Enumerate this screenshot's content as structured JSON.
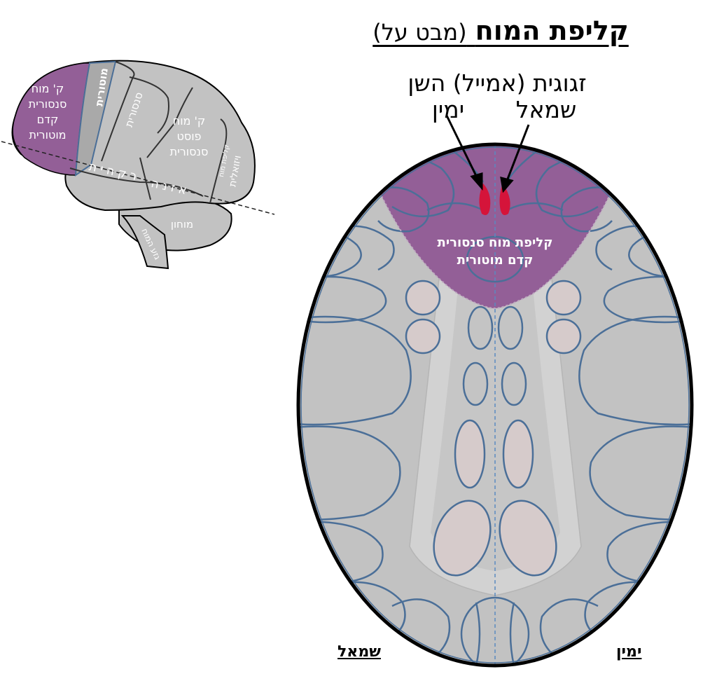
{
  "title": {
    "main": "קליפת המוח",
    "sub": "(מבט על)"
  },
  "callouts": {
    "right_line1": "זגוגית (אמייל) השן",
    "left_line1": "",
    "left_word": "ימין",
    "right_word": "שמאל"
  },
  "top_view": {
    "region_label_line1": "קליפת מוח סנסורית",
    "region_label_line2": "קדם מוטורית",
    "side_left": "שמאל",
    "side_right": "ימין"
  },
  "brain": {
    "premotor_line1": "ק' מוח",
    "premotor_line2": "סנסורית",
    "premotor_line3": "קדם",
    "premotor_line4": "מוטורית",
    "motor": "מוטורית",
    "sensory": "סנסורית",
    "postsens_line1": "ק' מוח",
    "postsens_line2": "פוסט",
    "postsens_line3": "סנסורית",
    "visual_line1": "קליפת מוח",
    "visual_line2": "ויזואלית",
    "temporal": "ר ק ה י ת",
    "auditory": "א ז נ ה",
    "cerebellum": "מוחון",
    "brainstem": "גזע המוח"
  },
  "colors": {
    "purple": "#935f97",
    "gray": "#c2c2c2",
    "dark_gray": "#a9a9a9",
    "blue_outline": "#4b6f98",
    "red": "#d5143a",
    "light_gray": "#d6d6d6"
  }
}
